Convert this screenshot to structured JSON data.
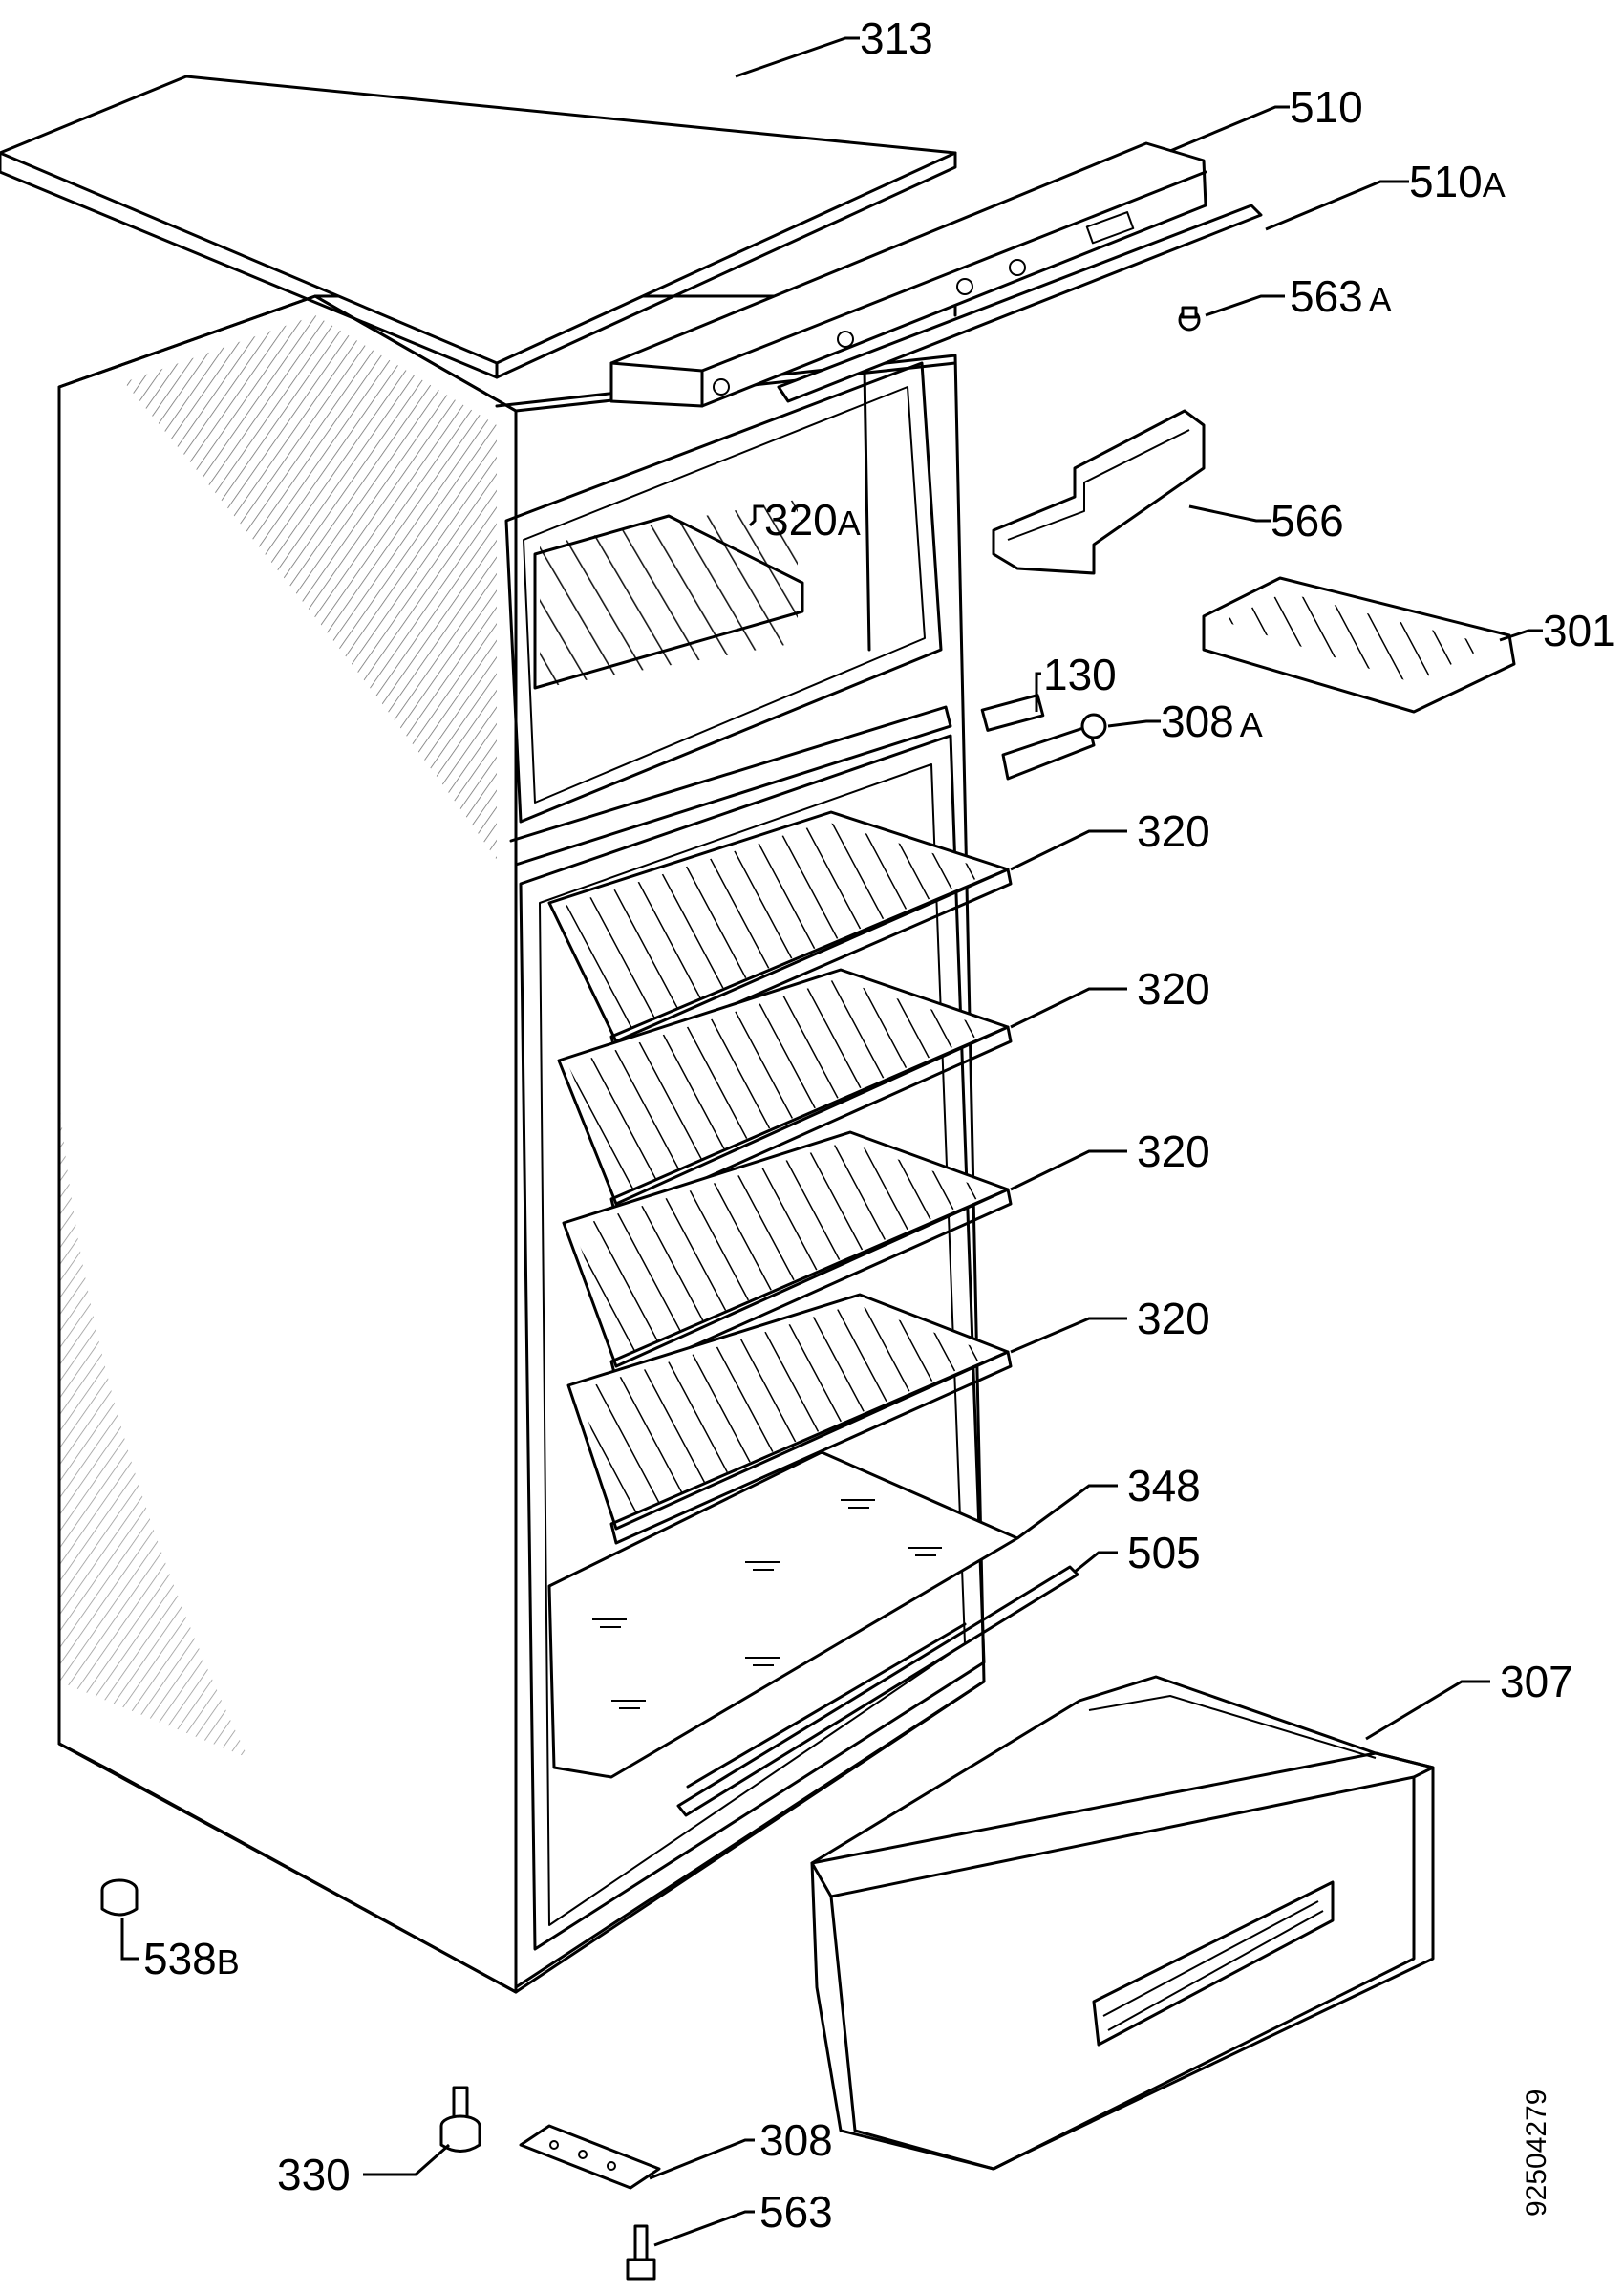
{
  "diagram": {
    "doc_id": "92504279",
    "labels": [
      {
        "id": "313",
        "num": "313",
        "suffix": ""
      },
      {
        "id": "510",
        "num": "510",
        "suffix": ""
      },
      {
        "id": "510a",
        "num": "510",
        "suffix": "A"
      },
      {
        "id": "563a",
        "num": "563",
        "suffix": "A"
      },
      {
        "id": "320a",
        "num": "320",
        "suffix": "A"
      },
      {
        "id": "566",
        "num": "566",
        "suffix": ""
      },
      {
        "id": "301",
        "num": "301",
        "suffix": ""
      },
      {
        "id": "130",
        "num": "130",
        "suffix": ""
      },
      {
        "id": "308a",
        "num": "308",
        "suffix": "A"
      },
      {
        "id": "320-1",
        "num": "320",
        "suffix": ""
      },
      {
        "id": "320-2",
        "num": "320",
        "suffix": ""
      },
      {
        "id": "320-3",
        "num": "320",
        "suffix": ""
      },
      {
        "id": "320-4",
        "num": "320",
        "suffix": ""
      },
      {
        "id": "348",
        "num": "348",
        "suffix": ""
      },
      {
        "id": "505",
        "num": "505",
        "suffix": ""
      },
      {
        "id": "307",
        "num": "307",
        "suffix": ""
      },
      {
        "id": "538b",
        "num": "538",
        "suffix": "B"
      },
      {
        "id": "330",
        "num": "330",
        "suffix": ""
      },
      {
        "id": "308",
        "num": "308",
        "suffix": ""
      },
      {
        "id": "563",
        "num": "563",
        "suffix": ""
      }
    ]
  }
}
